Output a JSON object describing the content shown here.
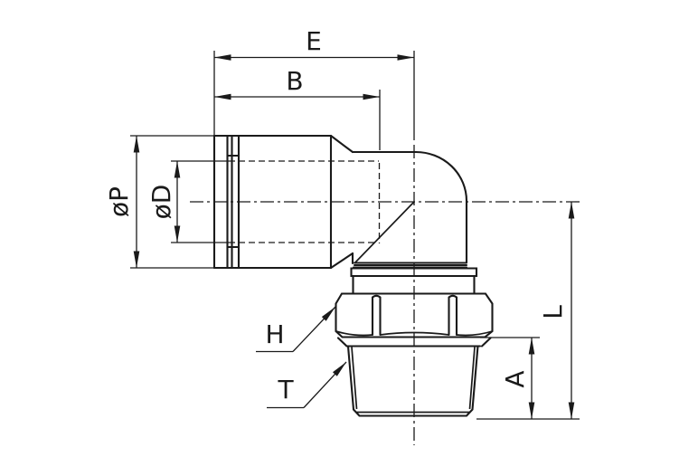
{
  "page": {
    "background_color": "#ffffff"
  },
  "drawing": {
    "kind": "technical-drawing",
    "line_color": "#1a1a1a",
    "labels": {
      "e": "E",
      "b": "B",
      "p": "øP",
      "d": "øD",
      "h": "H",
      "t": "T",
      "a": "A",
      "l": "L"
    }
  }
}
